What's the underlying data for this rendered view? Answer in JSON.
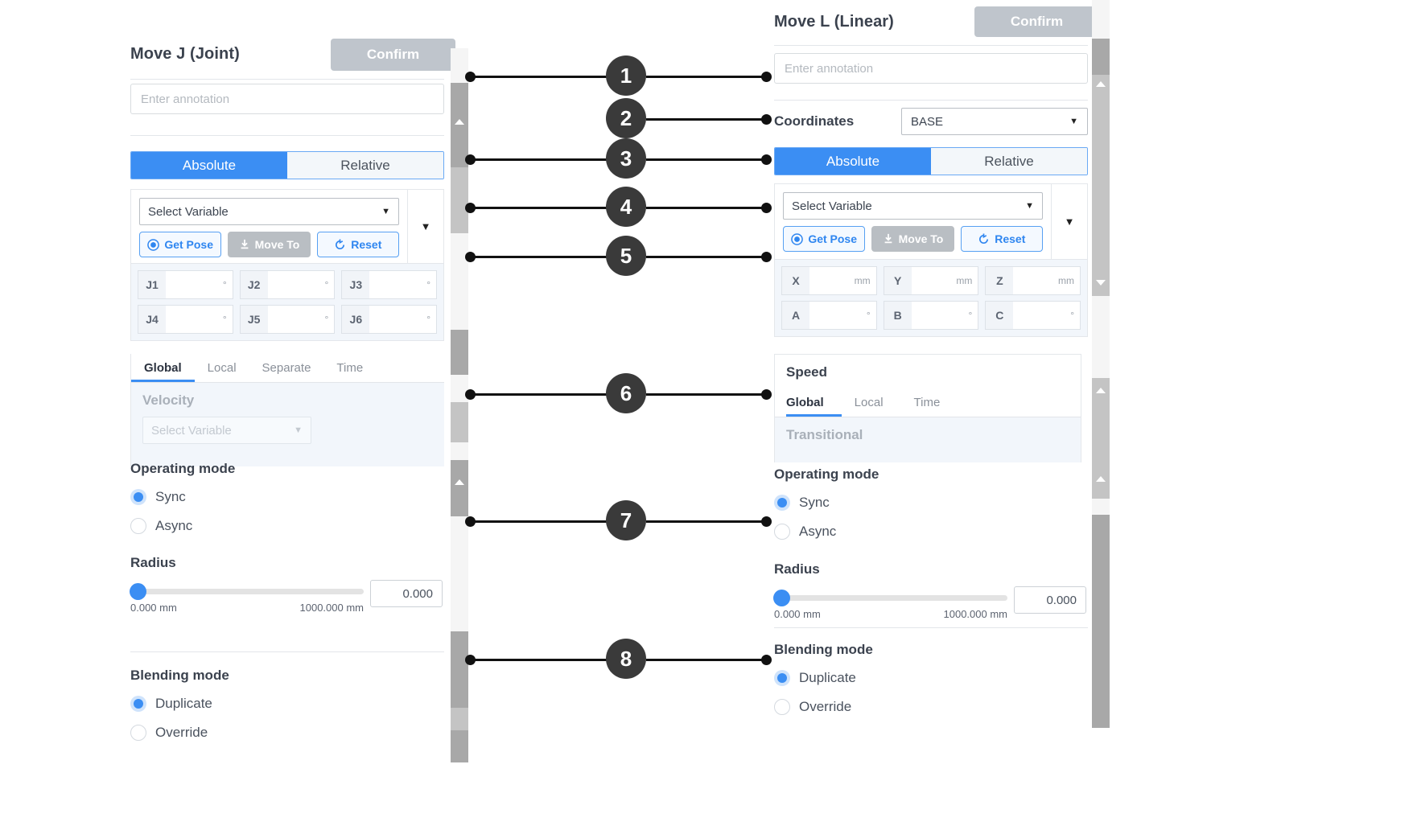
{
  "left_panel": {
    "title": "Move J (Joint)",
    "confirm_label": "Confirm",
    "annotation_placeholder": "Enter annotation",
    "annotation_value": "",
    "mode_tabs": {
      "absolute": "Absolute",
      "relative": "Relative",
      "selected": "Absolute"
    },
    "variable_select": "Select Variable",
    "buttons": {
      "get_pose": "Get Pose",
      "move_to": "Move To",
      "reset": "Reset"
    },
    "joint_fields": [
      {
        "label": "J1",
        "value": "",
        "unit": "°"
      },
      {
        "label": "J2",
        "value": "",
        "unit": "°"
      },
      {
        "label": "J3",
        "value": "",
        "unit": "°"
      },
      {
        "label": "J4",
        "value": "",
        "unit": "°"
      },
      {
        "label": "J5",
        "value": "",
        "unit": "°"
      },
      {
        "label": "J6",
        "value": "",
        "unit": "°"
      }
    ],
    "speed_tabs": [
      "Global",
      "Local",
      "Separate",
      "Time"
    ],
    "speed_tab_selected": "Global",
    "velocity_caption": "Velocity",
    "velocity_select": "Select Variable",
    "operating_mode": {
      "title": "Operating mode",
      "options": [
        "Sync",
        "Async"
      ],
      "selected": "Sync"
    },
    "radius": {
      "title": "Radius",
      "min_label": "0.000 mm",
      "max_label": "1000.000 mm",
      "value": "0.000"
    },
    "blending_mode": {
      "title": "Blending mode",
      "options": [
        "Duplicate",
        "Override"
      ],
      "selected": "Duplicate"
    }
  },
  "right_panel": {
    "title": "Move L (Linear)",
    "confirm_label": "Confirm",
    "annotation_placeholder": "Enter annotation",
    "annotation_value": "",
    "coordinates": {
      "label": "Coordinates",
      "value": "BASE"
    },
    "mode_tabs": {
      "absolute": "Absolute",
      "relative": "Relative",
      "selected": "Absolute"
    },
    "variable_select": "Select Variable",
    "buttons": {
      "get_pose": "Get Pose",
      "move_to": "Move To",
      "reset": "Reset"
    },
    "pose_fields": [
      {
        "label": "X",
        "value": "",
        "unit": "mm"
      },
      {
        "label": "Y",
        "value": "",
        "unit": "mm"
      },
      {
        "label": "Z",
        "value": "",
        "unit": "mm"
      },
      {
        "label": "A",
        "value": "",
        "unit": "°"
      },
      {
        "label": "B",
        "value": "",
        "unit": "°"
      },
      {
        "label": "C",
        "value": "",
        "unit": "°"
      }
    ],
    "speed": {
      "title": "Speed",
      "tabs": [
        "Global",
        "Local",
        "Time"
      ],
      "tab_selected": "Global",
      "caption": "Transitional"
    },
    "operating_mode": {
      "title": "Operating mode",
      "options": [
        "Sync",
        "Async"
      ],
      "selected": "Sync"
    },
    "radius": {
      "title": "Radius",
      "min_label": "0.000 mm",
      "max_label": "1000.000 mm",
      "value": "0.000"
    },
    "blending_mode": {
      "title": "Blending mode",
      "options": [
        "Duplicate",
        "Override"
      ],
      "selected": "Duplicate"
    }
  },
  "callouts": [
    {
      "number": "1"
    },
    {
      "number": "2"
    },
    {
      "number": "3"
    },
    {
      "number": "4"
    },
    {
      "number": "5"
    },
    {
      "number": "6"
    },
    {
      "number": "7"
    },
    {
      "number": "8"
    }
  ],
  "colors": {
    "accent": "#3b8ef3",
    "confirm_gray": "#bfc5cc",
    "callout_dark": "#3a3a3a",
    "panel_bg": "#ffffff",
    "field_bg": "#f2f6fb"
  }
}
